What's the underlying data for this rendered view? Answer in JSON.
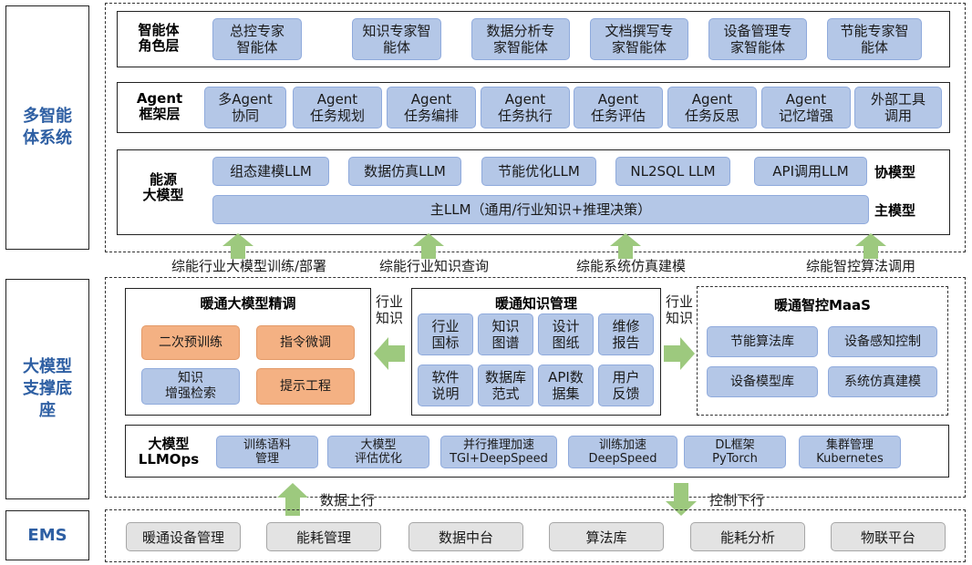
{
  "left_labels": {
    "multi_agent": "多智能\n体系统",
    "support": "大模型\n支撑底\n座",
    "ems": "EMS"
  },
  "agent_role_layer": {
    "label": "智能体\n角色层",
    "items": [
      "总控专家\n智能体",
      "知识专家智\n能体",
      "数据分析专\n家智能体",
      "文档撰写专\n家智能体",
      "设备管理专\n家智能体",
      "节能专家智\n能体"
    ]
  },
  "agent_framework_layer": {
    "label": "Agent\n框架层",
    "items": [
      "多Agent\n协同",
      "Agent\n任务规划",
      "Agent\n任务编排",
      "Agent\n任务执行",
      "Agent\n任务评估",
      "Agent\n任务反思",
      "Agent\n记忆增强",
      "外部工具\n调用"
    ]
  },
  "energy_llm": {
    "label": "能源\n大模型",
    "co_models": [
      "组态建模LLM",
      "数据仿真LLM",
      "节能优化LLM",
      "NL2SQL LLM",
      "API调用LLM"
    ],
    "co_model_tag": "协模型",
    "main_model": "主LLM（通用/行业知识+推理决策）",
    "main_model_tag": "主模型"
  },
  "arrow_labels": [
    "综能行业大模型训练/部署",
    "综能行业知识查询",
    "综能系统仿真建模",
    "综能智控算法调用"
  ],
  "hvac_finetune": {
    "title": "暖通大模型精调",
    "items": [
      "二次预训练",
      "指令微调",
      "知识\n增强检索",
      "提示工程"
    ]
  },
  "industry_knowledge_label": "行业\n知识",
  "hvac_knowledge": {
    "title": "暖通知识管理",
    "items": [
      "行业\n国标",
      "知识\n图谱",
      "设计\n图纸",
      "维修\n报告",
      "软件\n说明",
      "数据库\n范式",
      "API数\n据集",
      "用户\n反馈"
    ]
  },
  "hvac_maas": {
    "title": "暖通智控MaaS",
    "items": [
      "节能算法库",
      "设备感知控制",
      "设备模型库",
      "系统仿真建模"
    ]
  },
  "llmops": {
    "label": "大模型\nLLMOps",
    "items": [
      "训练语料\n管理",
      "大模型\n评估优化",
      "并行推理加速\nTGI+DeepSpeed",
      "训练加速\nDeepSpeed",
      "DL框架\nPyTorch",
      "集群管理\nKubernetes"
    ]
  },
  "flow_labels": {
    "data_up": "数据上行",
    "control_down": "控制下行"
  },
  "ems": {
    "items": [
      "暖通设备管理",
      "能耗管理",
      "数据中台",
      "算法库",
      "能耗分析",
      "物联平台"
    ]
  },
  "colors": {
    "left_label_text": "#2e5fa3",
    "blue_box": "#b4c7e7",
    "orange_box": "#f4b183",
    "gray_box": "#e3e3e3",
    "arrow": "#9dc97e"
  }
}
